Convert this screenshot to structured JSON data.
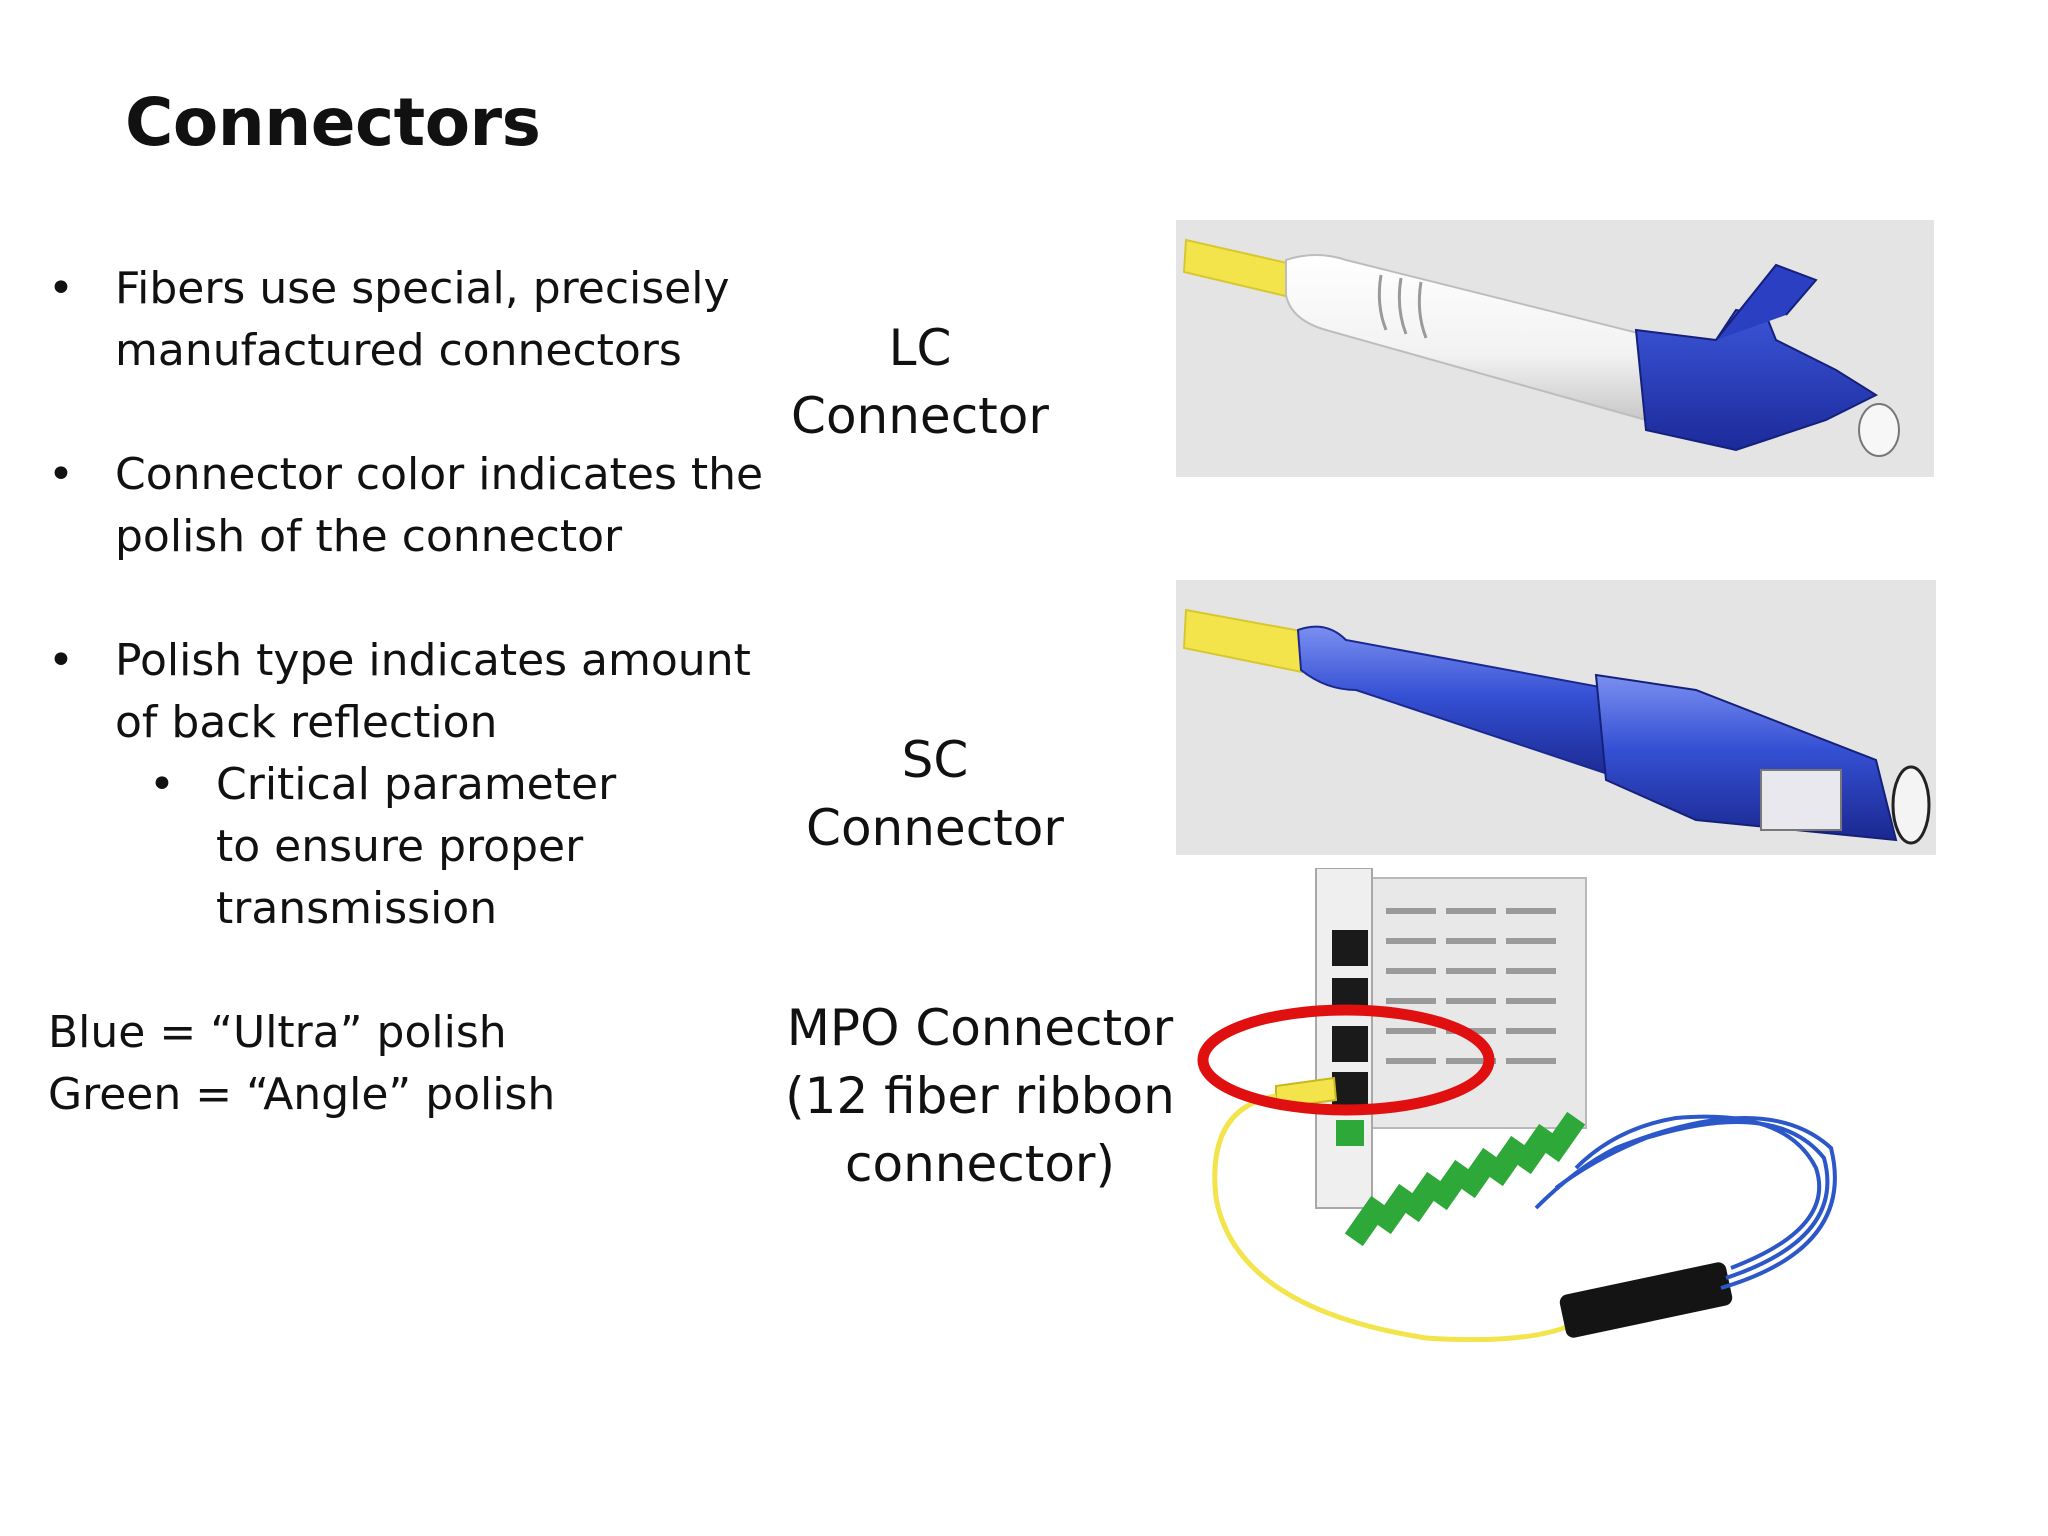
{
  "title": "Connectors",
  "bullets": [
    {
      "text": "Fibers use special, precisely manufactured connectors"
    },
    {
      "text": "Connector color indicates the polish of the connector"
    },
    {
      "text": "Polish type indicates amount of back reflection",
      "sub": [
        {
          "text": "Critical parameter to ensure proper transmission"
        }
      ]
    }
  ],
  "bullet_glyph": "•",
  "legend": {
    "blue": "Blue = “Ultra” polish",
    "green": "Green = “Angle” polish"
  },
  "labels": {
    "lc": "LC Connector",
    "sc": "SC Connector",
    "mpo_line1": "MPO Connector",
    "mpo_line2": "(12 fiber ribbon",
    "mpo_line3": "connector)"
  },
  "colors": {
    "fiber_yellow": "#f2e44a",
    "connector_blue": "#2a3fc0",
    "angle_green": "#2fa83a",
    "highlight_red": "#e01010"
  }
}
